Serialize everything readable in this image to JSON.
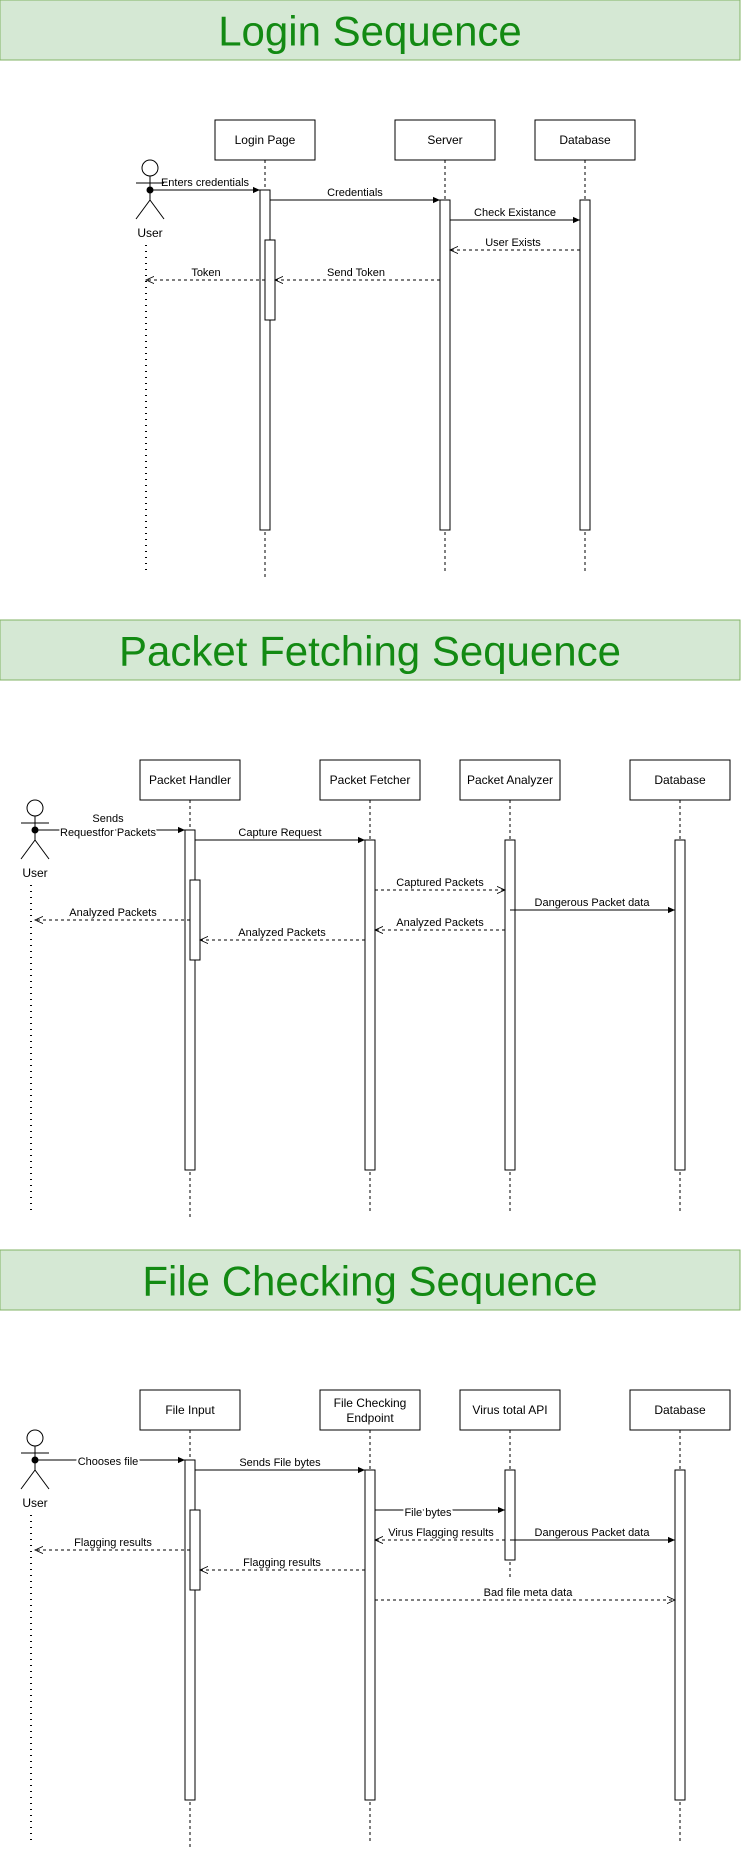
{
  "sections": {
    "login": {
      "title": "Login Sequence",
      "actor": "User",
      "participants": [
        "Login Page",
        "Server",
        "Database"
      ],
      "messages": {
        "enters_credentials": "Enters credentials",
        "credentials": "Credentials",
        "check_existance": "Check Existance",
        "user_exists": "User Exists",
        "send_token": "Send Token",
        "token": "Token"
      }
    },
    "packet": {
      "title": "Packet Fetching Sequence",
      "actor": "User",
      "participants": [
        "Packet Handler",
        "Packet Fetcher",
        "Packet Analyzer",
        "Database"
      ],
      "messages": {
        "sends_line1": "Sends",
        "sends_line2": "Requestfor Packets",
        "capture_request": "Capture Request",
        "captured_packets": "Captured Packets",
        "dangerous_packet_data": "Dangerous Packet data",
        "analyzed_packets_1": "Analyzed Packets",
        "analyzed_packets_2": "Analyzed Packets",
        "analyzed_packets_3": "Analyzed Packets"
      }
    },
    "file": {
      "title": "File Checking Sequence",
      "actor": "User",
      "participants": [
        "File Input",
        "File Checking",
        "Virus total API",
        "Database"
      ],
      "participant_line2": "Endpoint",
      "messages": {
        "chooses_file": "Chooses file",
        "sends_file_bytes": "Sends File bytes",
        "file_bytes": "File bytes",
        "virus_flagging_results": "Virus Flagging results",
        "dangerous_packet_data": "Dangerous Packet data",
        "flagging_results_1": "Flagging results",
        "flagging_results_2": "Flagging results",
        "bad_file_meta_data": "Bad file meta data"
      }
    }
  },
  "colors": {
    "banner_fill": "#d5e8d4",
    "banner_stroke": "#82b366",
    "banner_text": "#138a13",
    "line": "#000000"
  }
}
